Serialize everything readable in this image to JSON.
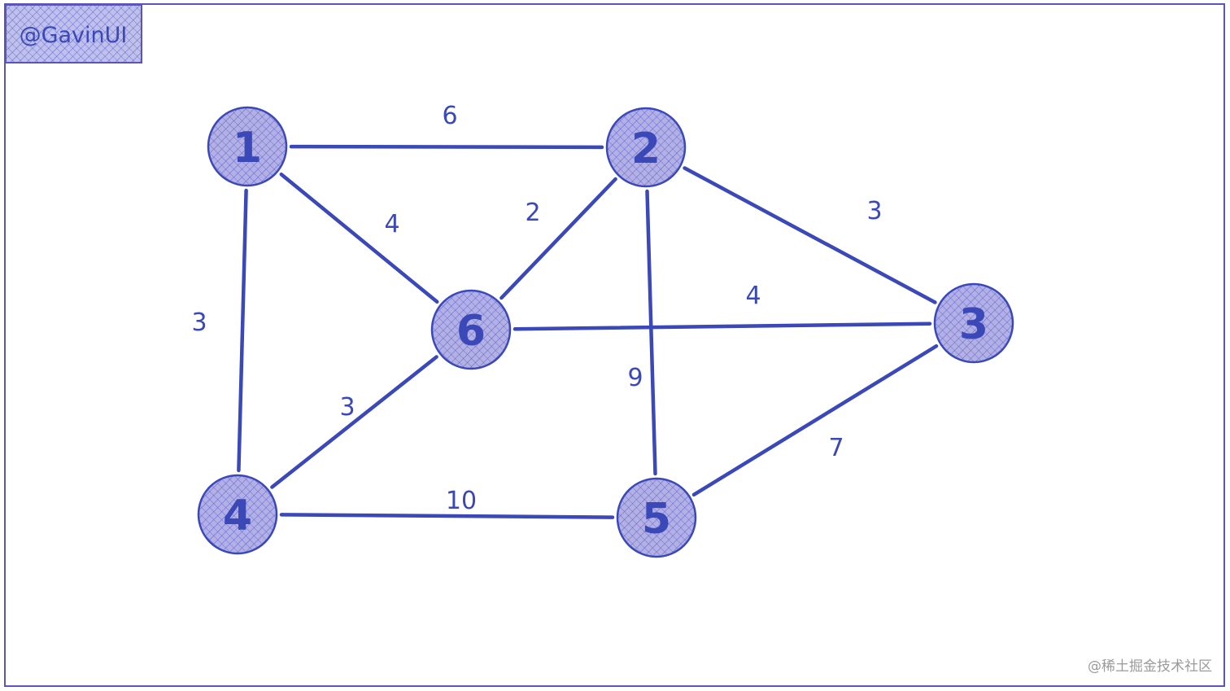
{
  "author_tag": "@GavinUI",
  "watermark": "@稀土掘金技术社区",
  "colors": {
    "stroke": "#3a48b8",
    "node_fill": "#b3b0e6",
    "tag_fill": "#bfc0ec",
    "frame": "#5c55b8",
    "watermark": "#9a9a9a"
  },
  "graph": {
    "nodes": [
      {
        "id": "1",
        "label": "1"
      },
      {
        "id": "2",
        "label": "2"
      },
      {
        "id": "3",
        "label": "3"
      },
      {
        "id": "4",
        "label": "4"
      },
      {
        "id": "5",
        "label": "5"
      },
      {
        "id": "6",
        "label": "6"
      }
    ],
    "edges": [
      {
        "from": "1",
        "to": "2",
        "weight": "6"
      },
      {
        "from": "1",
        "to": "6",
        "weight": "4"
      },
      {
        "from": "1",
        "to": "4",
        "weight": "3"
      },
      {
        "from": "2",
        "to": "6",
        "weight": "2"
      },
      {
        "from": "2",
        "to": "3",
        "weight": "3"
      },
      {
        "from": "2",
        "to": "5",
        "weight": "9"
      },
      {
        "from": "6",
        "to": "3",
        "weight": "4"
      },
      {
        "from": "6",
        "to": "4",
        "weight": "3"
      },
      {
        "from": "4",
        "to": "5",
        "weight": "10"
      },
      {
        "from": "5",
        "to": "3",
        "weight": "7"
      }
    ]
  }
}
